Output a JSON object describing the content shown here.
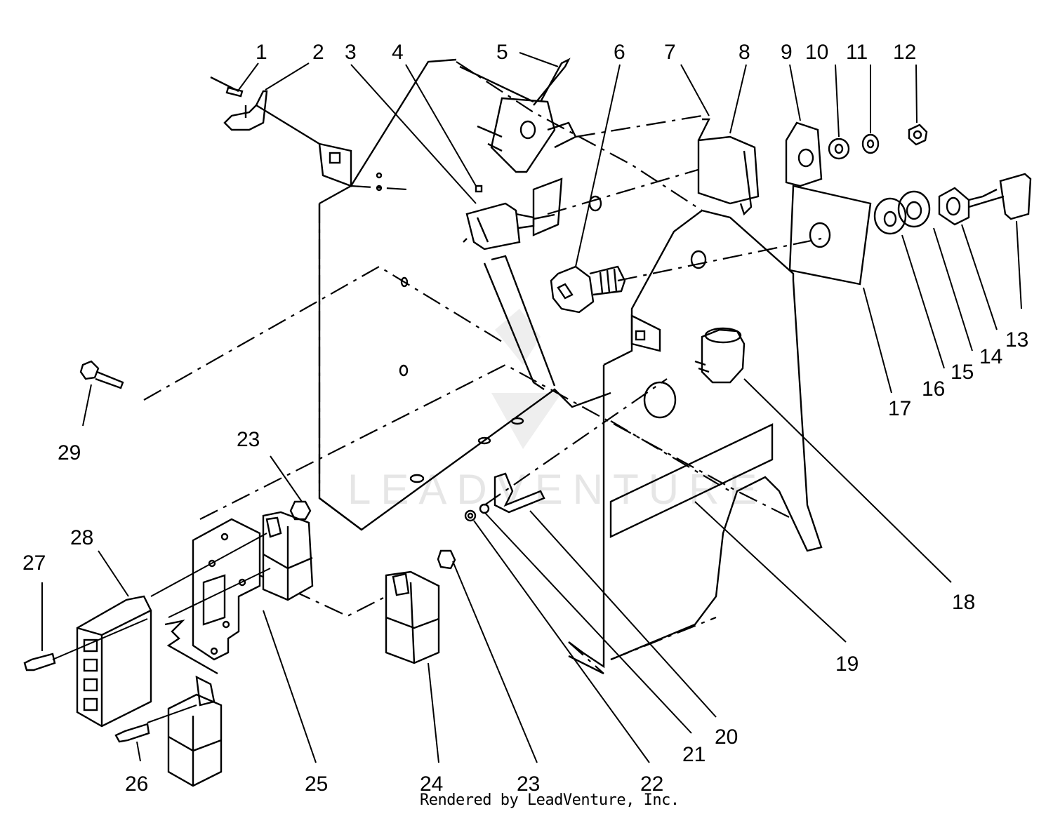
{
  "callouts": [
    "1",
    "2",
    "3",
    "4",
    "5",
    "6",
    "7",
    "8",
    "9",
    "10",
    "11",
    "12",
    "13",
    "14",
    "15",
    "16",
    "17",
    "18",
    "19",
    "20",
    "21",
    "22",
    "23",
    "23",
    "24",
    "25",
    "26",
    "27",
    "28",
    "29"
  ],
  "watermark": "LEADVENTURE",
  "credit": "Rendered by LeadVenture, Inc."
}
